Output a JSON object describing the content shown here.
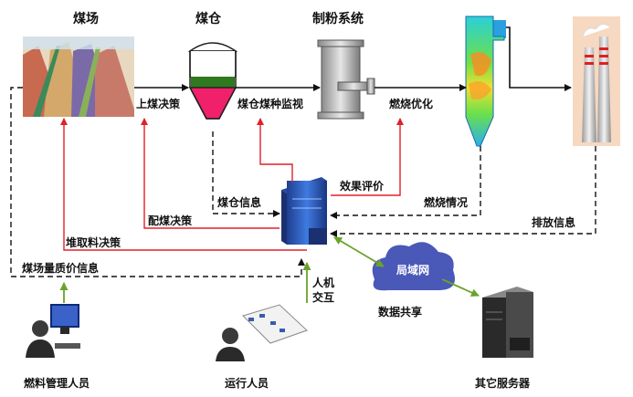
{
  "nodes": {
    "coal_yard": "煤场",
    "coal_bunker": "煤仓",
    "pulverizing_system": "制粉系统",
    "fuel_staff": "燃料管理人员",
    "operators": "运行人员",
    "other_servers": "其它服务器",
    "lan": "局域网"
  },
  "edges": {
    "coal_loading_decision": "上煤决策",
    "bunker_coal_monitoring": "煤仓煤种监视",
    "combustion_optimization": "燃烧优化",
    "effect_evaluation": "效果评价",
    "bunker_info": "煤仓信息",
    "combustion_status": "燃烧情况",
    "blending_decision": "配煤决策",
    "emission_info": "排放信息",
    "stacking_reclaiming_decision": "堆取料决策",
    "coal_yard_quality_price_info": "煤场量质价信息",
    "human_machine_interaction": "人机\n交互",
    "data_sharing": "数据共享"
  },
  "colors": {
    "black_flow": "#111111",
    "red_control": "#e0202a",
    "green_network": "#6aa32a",
    "server_blue": "#2a57b8",
    "bunker_red": "#f0206a",
    "bunker_green": "#2f7a1f"
  }
}
